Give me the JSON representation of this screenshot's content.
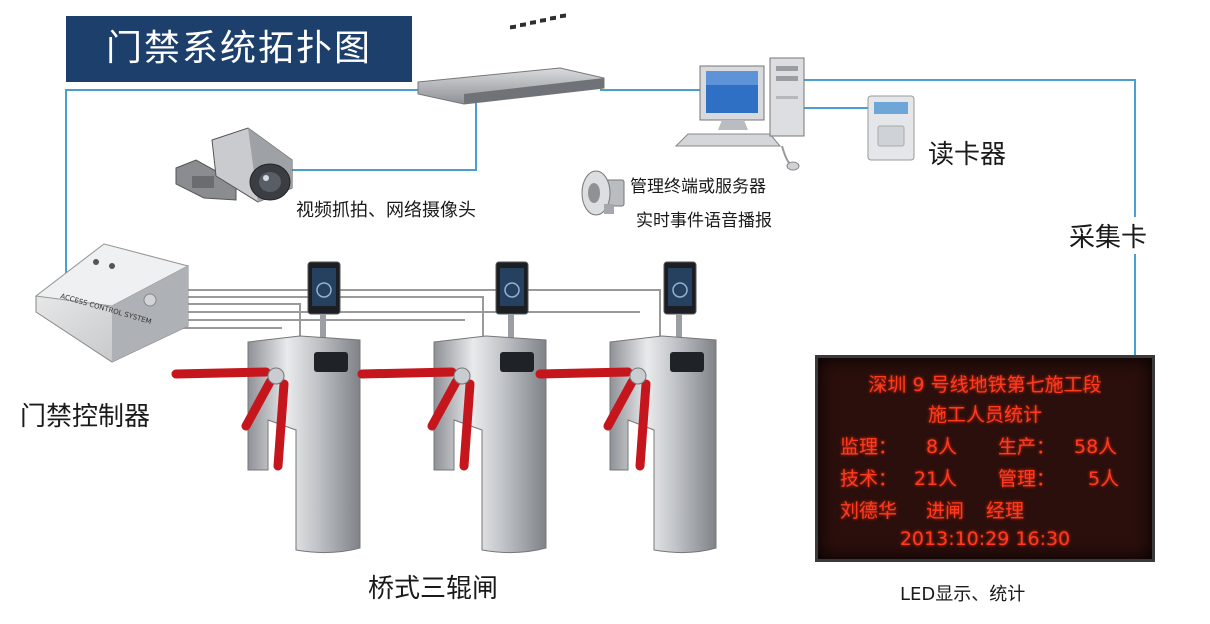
{
  "title": "门禁系统拓扑图",
  "labels": {
    "camera": "视频抓拍、网络摄像头",
    "terminal": "管理终端或服务器",
    "speaker": "实时事件语音播报",
    "card_reader": "读卡器",
    "capture_card": "采集卡",
    "controller": "门禁控制器",
    "controller_print": "ACCESS CONTROL SYSTEM",
    "turnstile": "桥式三辊闸",
    "led_caption": "LED显示、统计"
  },
  "led": {
    "line1": "深圳 9 号线地铁第七施工段",
    "line2": "施工人员统计",
    "line3a": "监理：",
    "line3b": "8人",
    "line3c": "生产：",
    "line3d": "58人",
    "line4a": "技术：",
    "line4b": "21人",
    "line4c": "管理：",
    "line4d": "5人",
    "line5a": "刘德华",
    "line5b": "进闸",
    "line5c": "经理",
    "line6": "2013:10:29  16:30"
  },
  "colors": {
    "title_bg": "#1c3f6b",
    "link_line": "#4a9fd0",
    "led_text": "#ff3b1f",
    "turnstile_arm": "#c4161c"
  }
}
